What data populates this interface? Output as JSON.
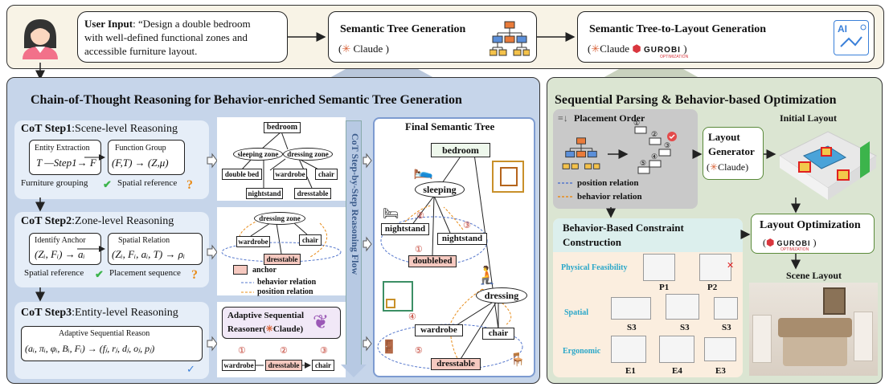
{
  "top": {
    "user_input_label": "User Input",
    "user_input_line1": ": “Design a double bedroom",
    "user_input_line2": "with well-defined functional zones and",
    "user_input_line3": "accessible furniture layout.",
    "semantic_tree_generation": "Semantic Tree Generation",
    "claude": "Claude",
    "tree_to_layout": "Semantic Tree-to-Layout Generation",
    "gurobi": "GUROBI",
    "gurobi_sub": "OPTIMIZATION",
    "ai_icon_text": "AI"
  },
  "left": {
    "title": "Chain-of-Thought Reasoning for Behavior-enriched Semantic Tree Generation",
    "step1_title": "CoT Step1",
    "step1_sub": ":Scene-level Reasoning",
    "entity_extraction": "Entity Extraction",
    "step1_formula": "T —Step1→ F",
    "function_group": "Function Group",
    "function_formula": "(F,T) → (Z,μ)",
    "furniture_grouping": "Furniture grouping",
    "spatial_reference": "Spatial reference",
    "step2_title": "CoT Step2",
    "step2_sub": ":Zone-level Reasoning",
    "identify_anchor": "Identify Anchor",
    "anchor_formula": "(Zᵢ, Fᵢ) → aᵢ",
    "spatial_relation": "Spatial Relation",
    "relation_formula": "(Zᵢ, Fᵢ, aᵢ, T) → ρᵢ",
    "spatial_reference2": "Spatial reference",
    "placement_sequence": "Placement sequence",
    "step3_title": "CoT Step3",
    "step3_sub": ":Entity-level Reasoning",
    "adaptive_seq_reason": "Adaptive Sequential Reason",
    "seq_formula": "(aᵢ, πᵢ, φᵢ, Bᵢ, Fᵢ) → (fⱼ, rⱼ, dⱼ, oⱼ, pⱼ)",
    "cot_flow": "CoT Step-by-Step Reasoning Flow"
  },
  "tree1": {
    "root": "bedroom",
    "z1": "sleeping zone",
    "z2": "dressing zone",
    "n1": "double bed",
    "n2": "wardrobe",
    "n3": "chair",
    "n4": "nightstand",
    "n5": "dresstable"
  },
  "tree2": {
    "zone": "dressing zone",
    "n1": "wardrobe",
    "n2": "chair",
    "n3": "dresstable",
    "legend_anchor": "anchor",
    "legend_behavior": "behavior relation",
    "legend_position": "position relation"
  },
  "reasoner": {
    "title1": "Adaptive Sequential",
    "title2": "Reasoner(",
    "claude": "Claude)",
    "s1": "wardrobe",
    "s2": "dresstable",
    "s3": "chair",
    "c1": "①",
    "c2": "②",
    "c3": "③"
  },
  "final_tree": {
    "title": "Final Semantic Tree",
    "root": "bedroom",
    "sleeping": "sleeping",
    "nightstand_l": "nightstand",
    "nightstand_r": "nightstand",
    "doublebed": "doublebed",
    "dressing": "dressing",
    "wardrobe": "wardrobe",
    "chair": "chair",
    "dresstable": "dresstable",
    "c1": "①",
    "c2": "②",
    "c3": "③",
    "c4": "④",
    "c5": "⑤"
  },
  "right": {
    "title": "Sequential Parsing & Behavior-based Optimization",
    "placement_order": "Placement Order",
    "position_relation": "position relation",
    "behavior_relation": "behavior relation",
    "layout_generator1": "Layout",
    "layout_generator2": "Generator",
    "claude": "Claude",
    "initial_layout": "Initial Layout",
    "bbcc_title1": "Behavior-Based Constraint",
    "bbcc_title2": "Construction",
    "physical": "Physical Feasibility",
    "spatial": "Spatial",
    "ergonomic": "Ergonomic",
    "p1": "P1",
    "p2": "P2",
    "s3a": "S3",
    "s3b": "S3",
    "s3c": "S3",
    "e1": "E1",
    "e4": "E4",
    "e3": "E3",
    "layout_optimization": "Layout Optimization",
    "gurobi": "GUROBI",
    "gurobi_sub": "OPTIMIZATION",
    "scene_layout": "Scene Layout",
    "order_nums": [
      "①",
      "②",
      "③",
      "④",
      "⑤"
    ]
  }
}
